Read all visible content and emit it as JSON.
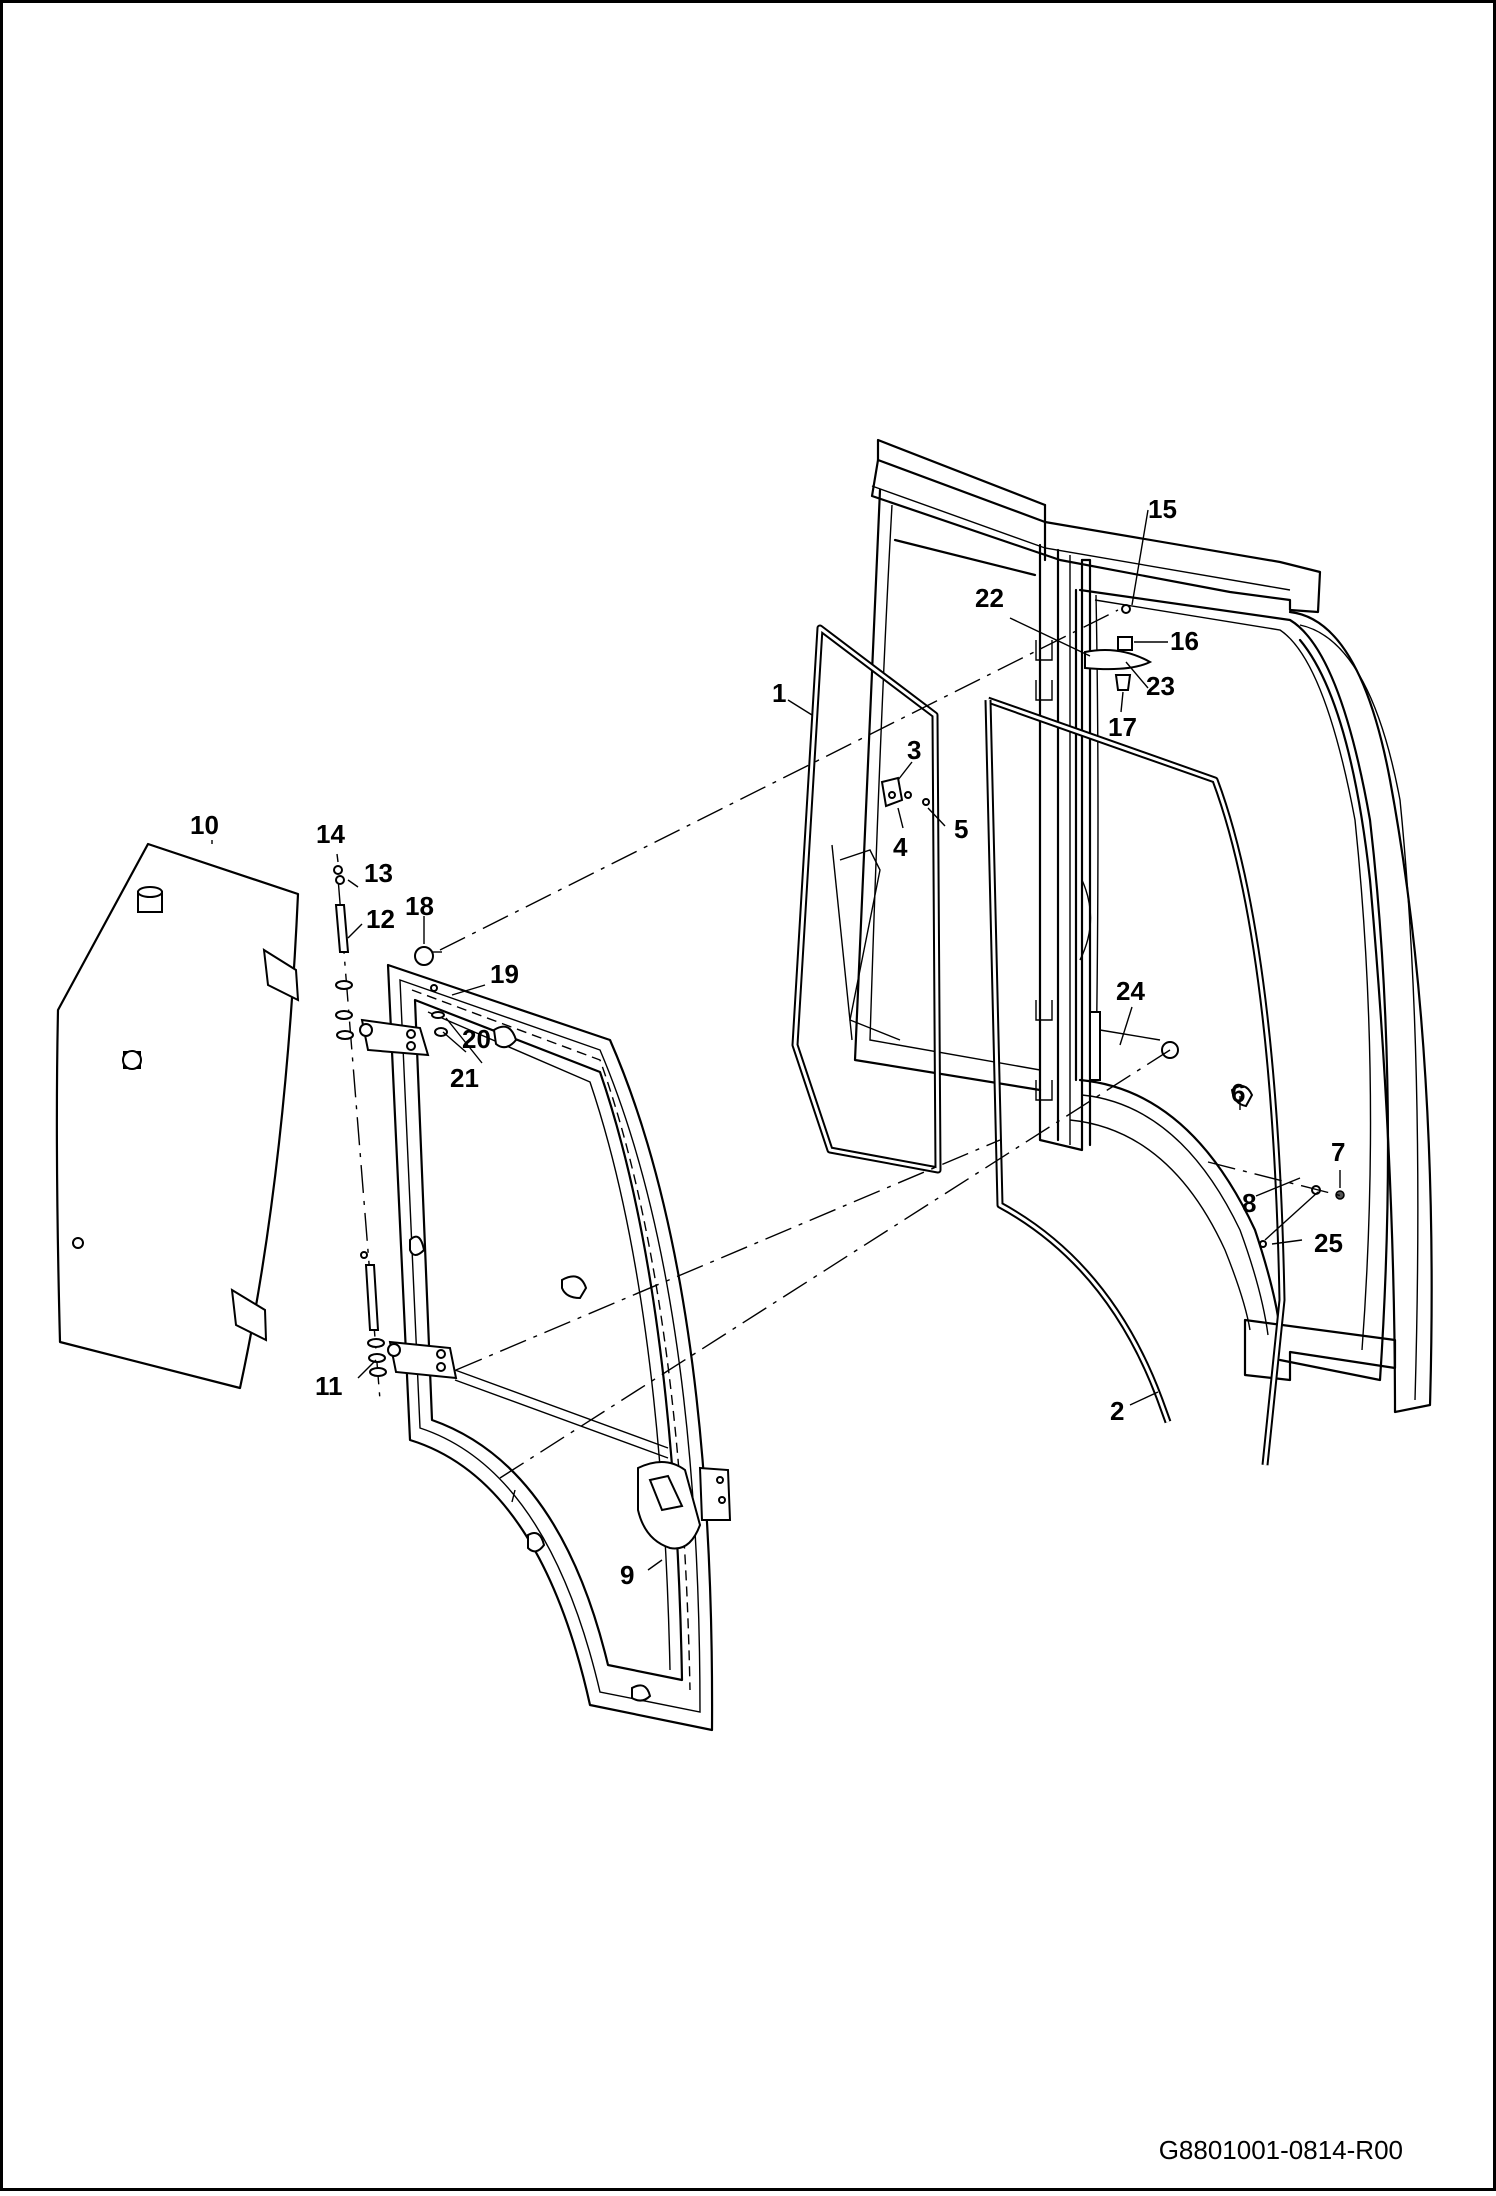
{
  "drawing_code": "G8801001-0814-R00",
  "callouts": [
    "1",
    "2",
    "3",
    "4",
    "5",
    "6",
    "7",
    "8",
    "9",
    "10",
    "11",
    "12",
    "13",
    "14",
    "15",
    "16",
    "17",
    "18",
    "19",
    "20",
    "21",
    "22",
    "23",
    "24",
    "25"
  ]
}
